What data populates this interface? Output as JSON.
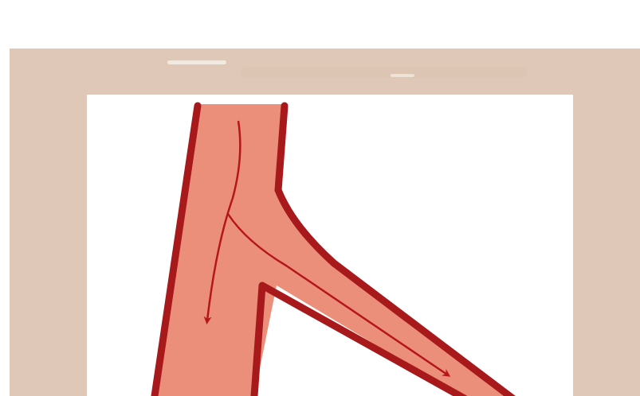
{
  "diagram": {
    "colors": {
      "frame_background": "#dfc8b7",
      "panel_background": "#ffffff",
      "vessel_wall": "#a8191c",
      "vessel_lumen": "#ec8f7a",
      "flow_arrow": "#b5161b"
    },
    "elements": [
      {
        "name": "parent-vessel",
        "kind": "blood-vessel-trunk"
      },
      {
        "name": "daughter-vessel-straight",
        "kind": "blood-vessel-branch"
      },
      {
        "name": "daughter-vessel-angled",
        "kind": "blood-vessel-branch"
      },
      {
        "name": "flow-arrow-main",
        "icon": "arrow-icon",
        "direction": "down"
      },
      {
        "name": "flow-arrow-branch",
        "icon": "arrow-icon",
        "direction": "down-right"
      }
    ]
  }
}
